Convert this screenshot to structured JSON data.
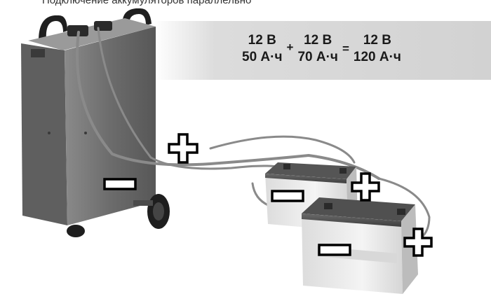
{
  "caption": "Подключение аккумуляторов параллельно",
  "equation": {
    "term1": {
      "voltage": "12 В",
      "capacity": "50 А·ч"
    },
    "term2": {
      "voltage": "12 В",
      "capacity": "70 А·ч"
    },
    "result": {
      "voltage": "12 В",
      "capacity": "120 А·ч"
    },
    "plus_sign": "+",
    "equals_sign": "="
  },
  "polarity": {
    "plus": "+",
    "minus": "−"
  },
  "colors": {
    "charger_body": "#6f6f6f",
    "battery_case": "#ececec",
    "cable": "#8a8a8a"
  }
}
